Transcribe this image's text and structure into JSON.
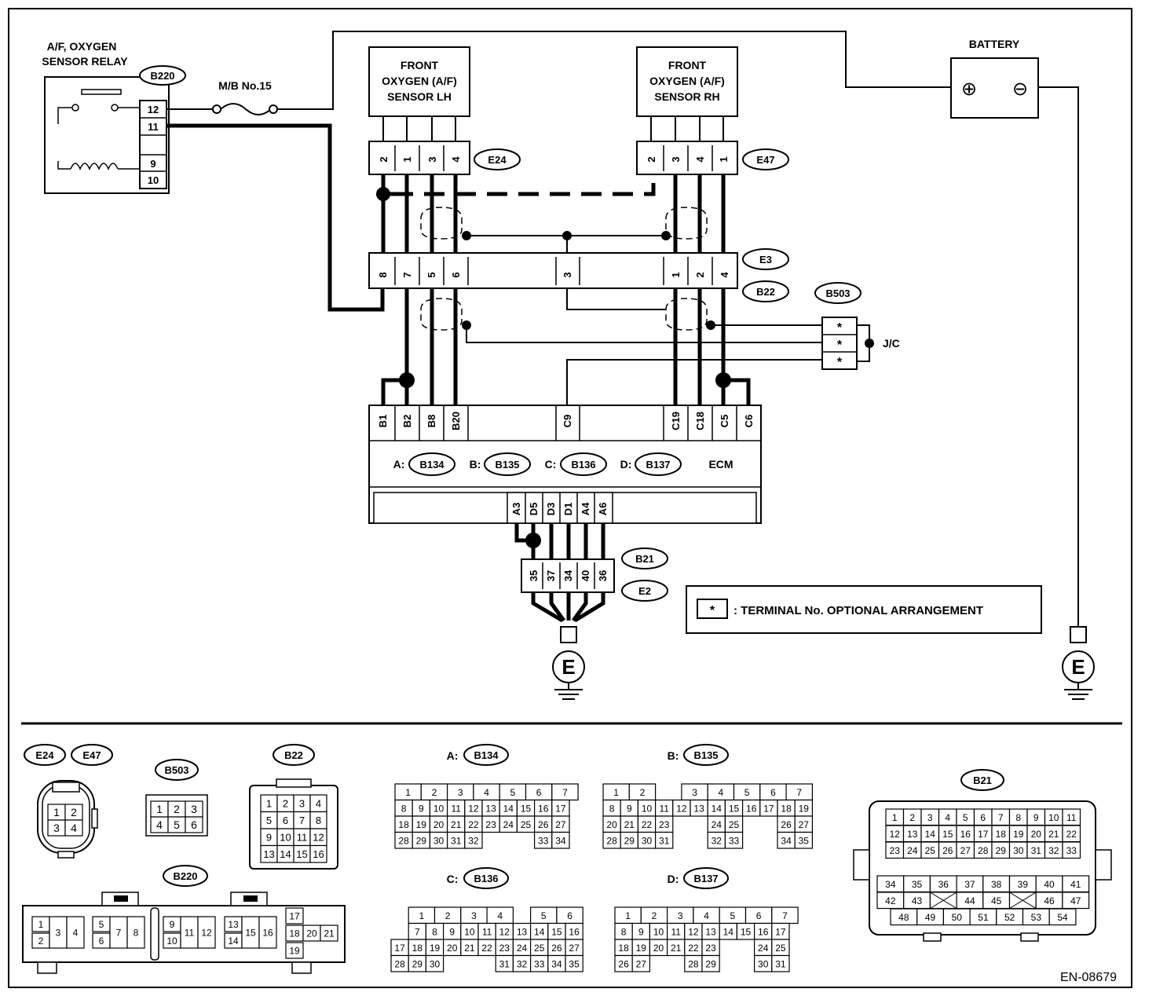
{
  "diagram": {
    "relay": {
      "title_line1": "A/F, OXYGEN",
      "title_line2": "SENSOR RELAY",
      "connector": "B220",
      "pins": [
        "12",
        "11",
        "",
        "9",
        "10"
      ]
    },
    "fuse_label": "M/B No.15",
    "battery": {
      "title": "BATTERY",
      "plus": "⊕",
      "minus": "⊖"
    },
    "sensor_lh": {
      "line1": "FRONT",
      "line2": "OXYGEN (A/F)",
      "line3": "SENSOR LH",
      "connector": "E24",
      "pins": [
        "2",
        "1",
        "3",
        "4"
      ]
    },
    "sensor_rh": {
      "line1": "FRONT",
      "line2": "OXYGEN (A/F)",
      "line3": "SENSOR RH",
      "connector": "E47",
      "pins": [
        "2",
        "3",
        "4",
        "1"
      ]
    },
    "joint": {
      "connector_top": "E3",
      "connector_bottom": "B22",
      "pins": [
        "8",
        "7",
        "5",
        "6",
        "3",
        "1",
        "2",
        "4"
      ]
    },
    "jc": {
      "connector": "B503",
      "label": "J/C",
      "pins": [
        "*",
        "*",
        "*"
      ]
    },
    "ecm": {
      "pins_top": [
        "B1",
        "B2",
        "B8",
        "B20",
        "C9",
        "C19",
        "C18",
        "C5",
        "C6"
      ],
      "conn_a_prefix": "A:",
      "conn_a": "B134",
      "conn_b_prefix": "B:",
      "conn_b": "B135",
      "conn_c_prefix": "C:",
      "conn_c": "B136",
      "conn_d_prefix": "D:",
      "conn_d": "B137",
      "label": "ECM",
      "pins_bottom": [
        "A3",
        "D5",
        "D3",
        "D1",
        "A4",
        "A6"
      ]
    },
    "ground_conn": {
      "connector_top": "B21",
      "connector_bottom": "E2",
      "pins": [
        "35",
        "37",
        "34",
        "40",
        "36"
      ]
    },
    "ground_label": "E",
    "legend": {
      "symbol": "*",
      "text": ": TERMINAL No. OPTIONAL ARRANGEMENT"
    }
  },
  "connector_views": {
    "e24_label": "E24",
    "e47_label": "E47",
    "e24_pins": [
      "1",
      "2",
      "3",
      "4"
    ],
    "b503_label": "B503",
    "b503_pins": [
      "1",
      "2",
      "3",
      "4",
      "5",
      "6"
    ],
    "b22_label": "B22",
    "b22_pins": [
      "1",
      "2",
      "3",
      "4",
      "5",
      "6",
      "7",
      "8",
      "9",
      "10",
      "11",
      "12",
      "13",
      "14",
      "15",
      "16"
    ],
    "b134_prefix": "A:",
    "b134_label": "B134",
    "b135_prefix": "B:",
    "b135_label": "B135",
    "b136_prefix": "C:",
    "b136_label": "B136",
    "b137_prefix": "D:",
    "b137_label": "B137",
    "b220_label": "B220",
    "b21_label": "B21"
  },
  "doc_code": "EN-08679"
}
